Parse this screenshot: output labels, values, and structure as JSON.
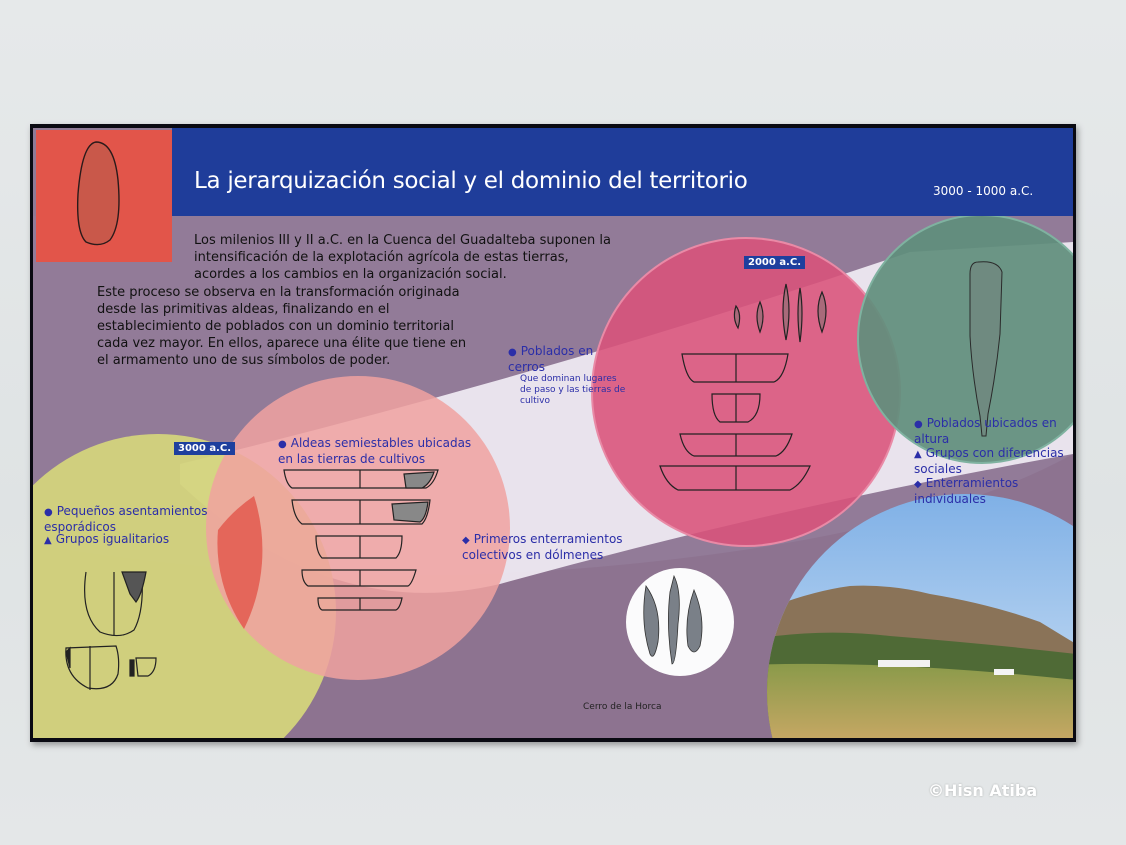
{
  "panel": {
    "title": "La jerarquización social y el dominio del territorio",
    "period": "3000 - 1000 a.C.",
    "intro": "Los milenios III y II a.C. en la Cuenca del Guadalteba suponen la intensificación de la explotación agrícola de estas tierras, acordes a los cambios en la organización social.",
    "body": "Este proceso se observa en la transformación originada desde las primitivas aldeas, finalizando en el establecimiento de poblados con un dominio territorial cada vez mayor. En ellos, aparece una élite que tiene en el armamento uno de sus símbolos de poder.",
    "tag_3000": "3000 a.C.",
    "tag_2000": "2000 a.C.",
    "stage1": {
      "item1": "Pequeños asentamientos esporádicos",
      "item2": "Grupos igualitarios"
    },
    "stage2": {
      "item1": "Aldeas semiestables ubicadas en las tierras de cultivos",
      "item2": "Primeros enterramientos colectivos en dólmenes"
    },
    "stage3": {
      "heading": "Poblados en cerros",
      "sub": "Que dominan lugares de paso y las tierras de cultivo"
    },
    "stage4": {
      "item1": "Poblados ubicados en altura",
      "item2": "Grupos con diferencias sociales",
      "item3": "Enterramientos individuales"
    },
    "photo_caption": "Cerro de la Horca"
  },
  "watermark": "©Hisn Atiba",
  "colors": {
    "banner": "#1f3d9a",
    "background": "#8f7a96",
    "yellow_circle": "#d4d47c",
    "salmon_circle": "#f0a2a0",
    "pink_circle": "#d9527a",
    "green_circle": "#5f8e7c",
    "corner_red": "#e2554a"
  }
}
